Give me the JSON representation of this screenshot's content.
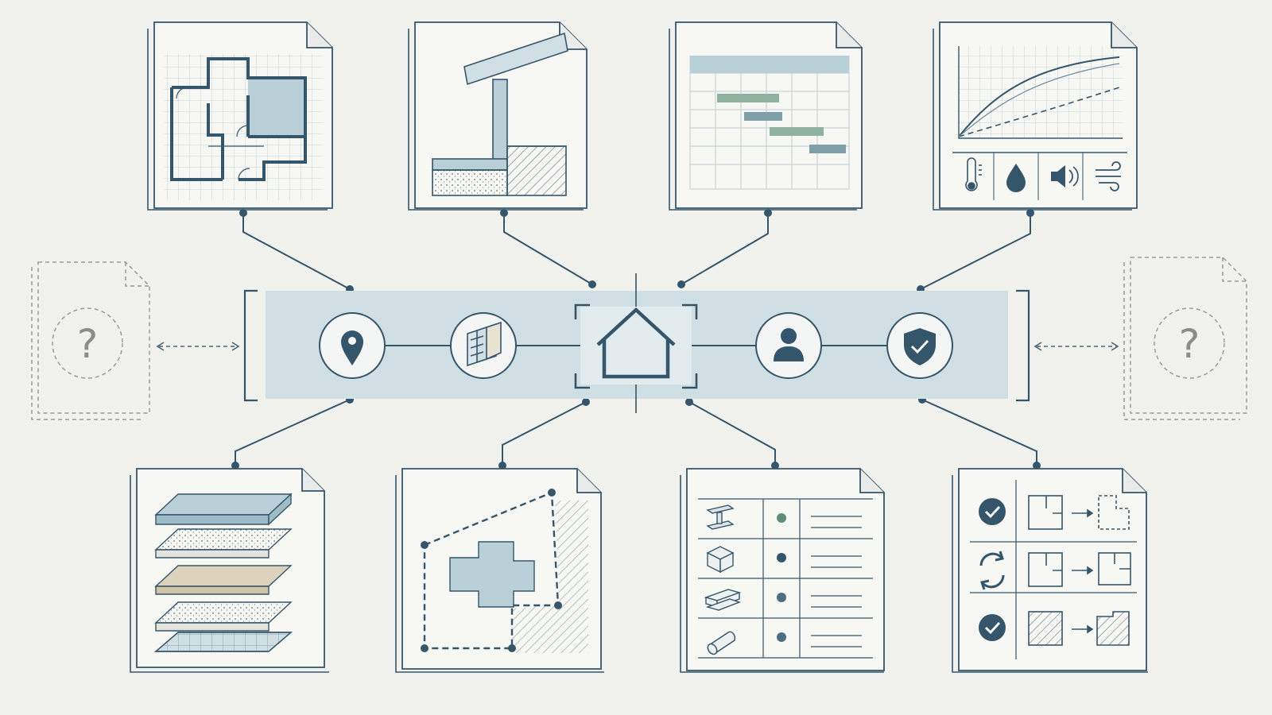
{
  "colors": {
    "background": "#f1f1ee",
    "ink": "#2c4a5c",
    "line": "#35556a",
    "grid": "#c9d2d6",
    "band": "#cfdfe3",
    "fill_blue": "#b9d0d8",
    "fill_green": "#8fb1a0",
    "fill_sand": "#ddd3bd",
    "dashed_gray": "#9a9a9a"
  },
  "hub": {
    "nodes": [
      {
        "name": "location-node",
        "icon": "location-pin-icon"
      },
      {
        "name": "materials-node",
        "icon": "panels-icon"
      },
      {
        "name": "house-node",
        "icon": "house-icon"
      },
      {
        "name": "person-node",
        "icon": "person-icon"
      },
      {
        "name": "security-node",
        "icon": "shield-check-icon"
      }
    ]
  },
  "documents_top": [
    {
      "name": "floor-plan-document",
      "icon": "floor-plan-icon"
    },
    {
      "name": "wall-section-document",
      "icon": "section-detail-icon"
    },
    {
      "name": "schedule-document",
      "icon": "gantt-chart-icon"
    },
    {
      "name": "performance-document",
      "icon": "curve-chart-icon",
      "metrics": [
        "thermometer-icon",
        "water-drop-icon",
        "speaker-icon",
        "wind-icon"
      ]
    }
  ],
  "documents_bottom": [
    {
      "name": "material-layers-document",
      "icon": "layers-icon"
    },
    {
      "name": "site-plan-document",
      "icon": "site-plan-icon"
    },
    {
      "name": "components-list-document",
      "icon": "component-list-icon",
      "rows": [
        "steel-beam-icon",
        "cube-icon",
        "lumber-icon",
        "pipe-icon"
      ]
    },
    {
      "name": "change-log-document",
      "icon": "revision-list-icon",
      "rows": [
        "check-circle-icon",
        "sync-icon",
        "check-circle-icon"
      ]
    }
  ],
  "unknown": {
    "left_glyph": "?",
    "right_glyph": "?"
  }
}
